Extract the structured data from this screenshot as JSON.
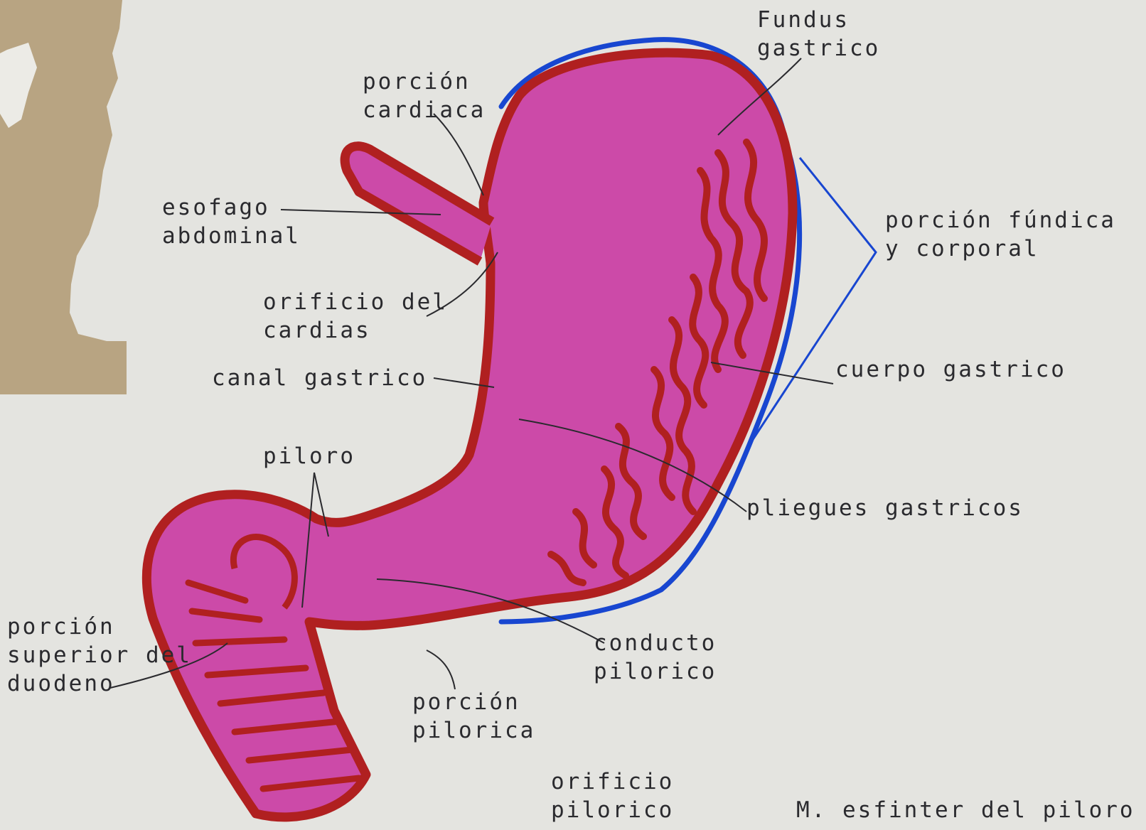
{
  "labels": {
    "fundus": [
      "Fundus",
      "gastrico"
    ],
    "cardiac": [
      "porción",
      "cardiaca"
    ],
    "esophagus": [
      "esofago",
      "abdominal"
    ],
    "cardia_orifice": [
      "orificio del",
      "cardias"
    ],
    "gastric_canal": "canal gastrico",
    "pylorus": "piloro",
    "fundic_body": [
      "porción fúndica",
      "y corporal"
    ],
    "body": "cuerpo gastrico",
    "folds": "pliegues gastricos",
    "duodenum": [
      "porción",
      "superior del",
      "duodeno"
    ],
    "pyloric_canal": [
      "conducto",
      "pilorico"
    ],
    "pyloric_part": [
      "porción",
      "pilorica"
    ],
    "pyloric_orifice": [
      "orificio",
      "pilorico"
    ],
    "sphincter": "M. esfinter del piloro"
  },
  "colors": {
    "paper": "#e4e4e0",
    "stain": "#b8a482",
    "stomach_fill": "#cc4aa8",
    "outline_red": "#b02020",
    "outline_blue": "#1846d0",
    "ink": "#2a2a2e"
  }
}
